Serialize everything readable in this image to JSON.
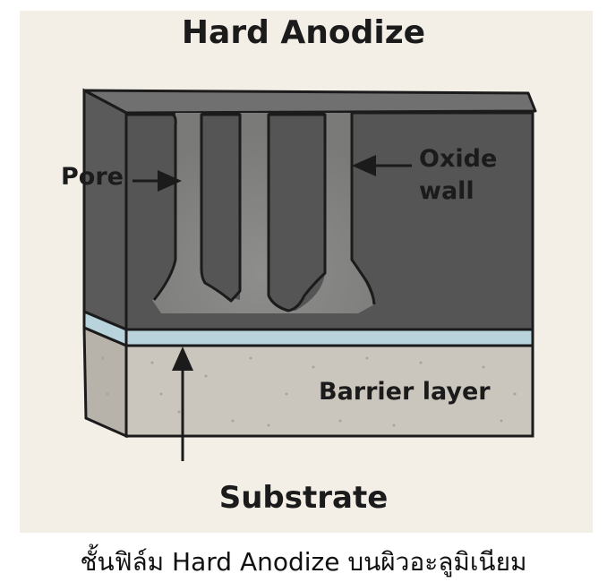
{
  "title": "Hard Anodize",
  "labels": {
    "pore": "Pore",
    "oxide_wall_line1": "Oxide",
    "oxide_wall_line2": "wall",
    "barrier_layer": "Barrier layer",
    "substrate": "Substrate"
  },
  "caption": "ชั้นฟิล์ม Hard Anodize บนผิวอะลูมิเนียม",
  "colors": {
    "background": "#f3efe7",
    "oxide_dark": "#545454",
    "pore_light": "#8a8a88",
    "barrier_blue": "#b9d3dc",
    "substrate": "#cbc6bd",
    "outline": "#1b1b1b"
  }
}
